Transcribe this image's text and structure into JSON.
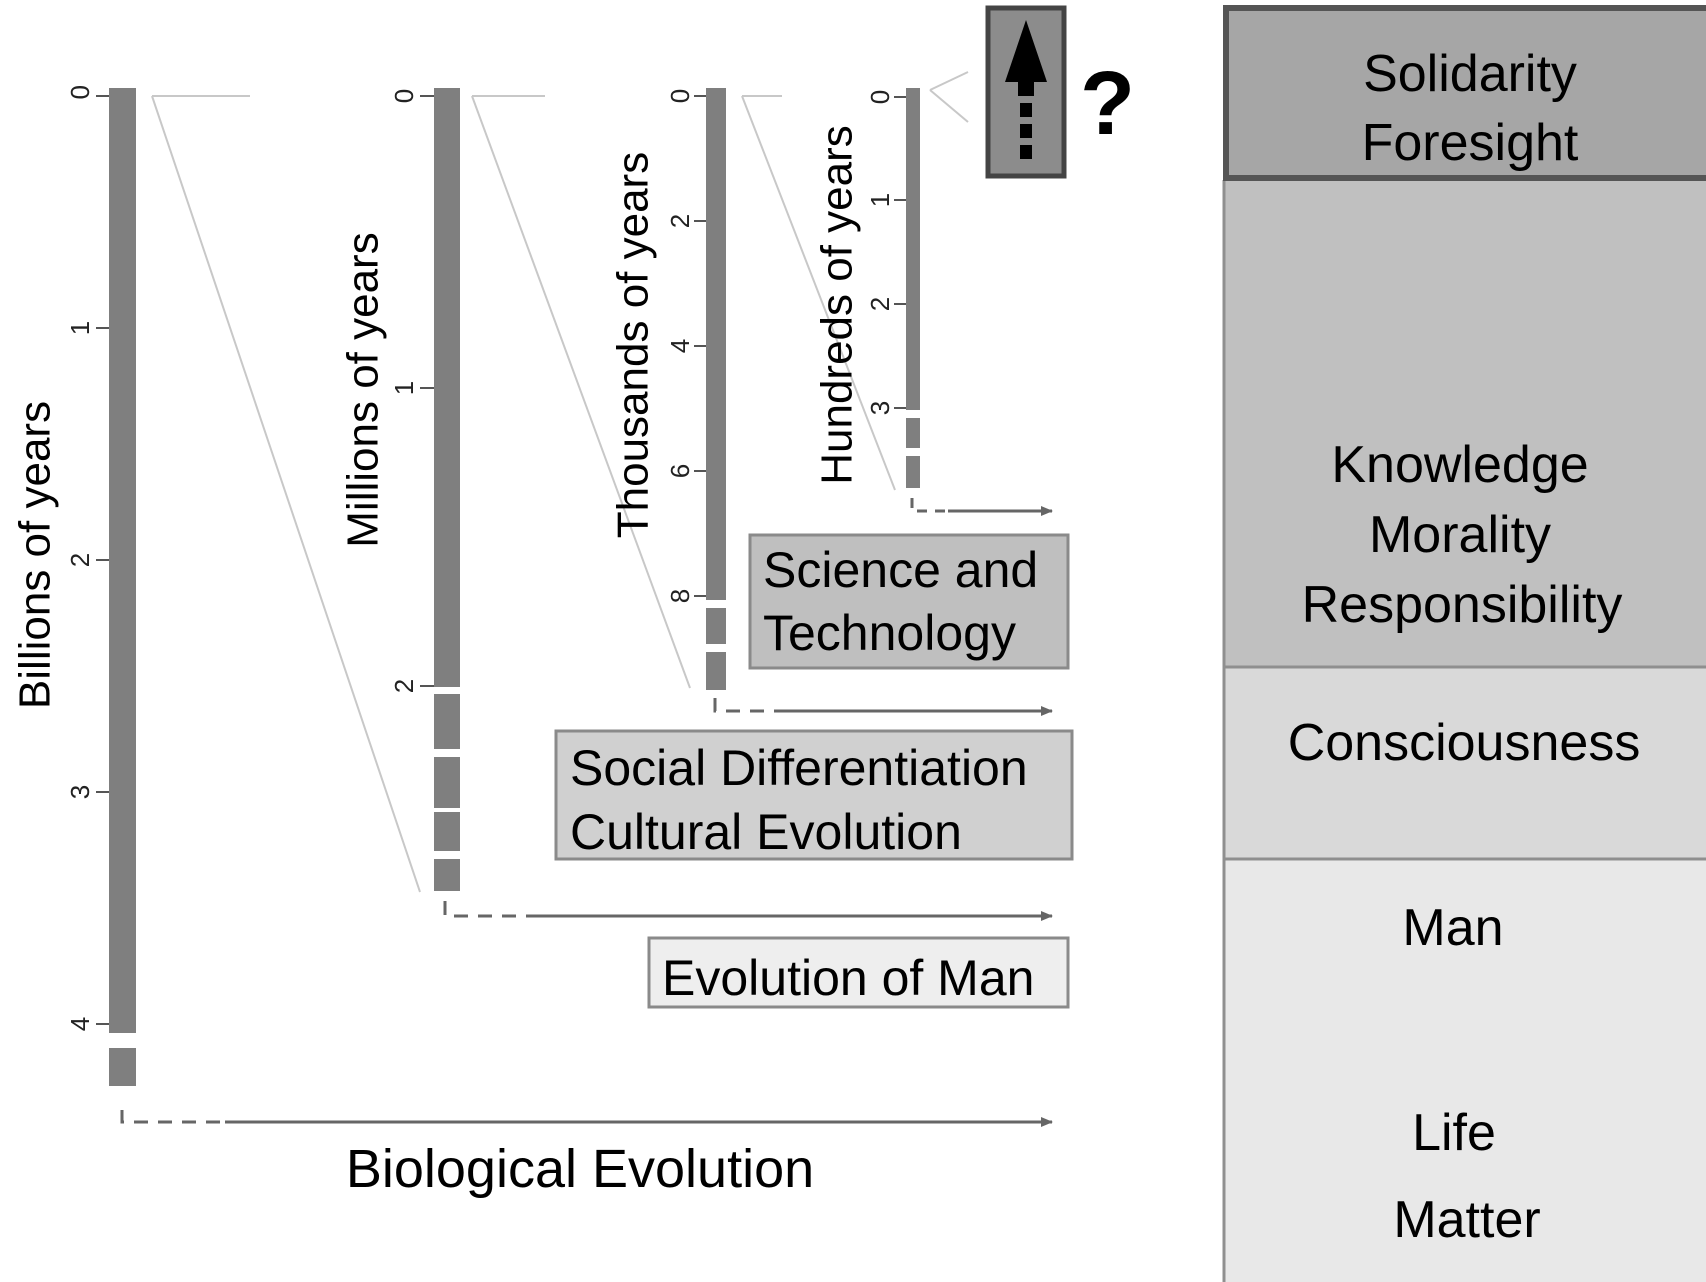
{
  "timescales": [
    {
      "title": "Billions of years",
      "ticks": [
        "0",
        "1",
        "2",
        "3",
        "4"
      ]
    },
    {
      "title": "Millions of years",
      "ticks": [
        "0",
        "1",
        "2"
      ]
    },
    {
      "title": "Thousands of years",
      "ticks": [
        "0",
        "2",
        "4",
        "6",
        "8"
      ]
    },
    {
      "title": "Hundreds of years",
      "ticks": [
        "0",
        "1",
        "2",
        "3"
      ]
    }
  ],
  "bottom_label": "Biological Evolution",
  "boxes": {
    "evolution_of_man": "Evolution of Man",
    "social": [
      "Social Differentiation",
      "Cultural Evolution"
    ],
    "science": [
      "Science and",
      "Technology"
    ]
  },
  "future_mark": "?",
  "stages": {
    "solidarity": [
      "Solidarity",
      "Foresight"
    ],
    "knowledge": [
      "Knowledge",
      "Morality",
      "Responsibility"
    ],
    "consciousness": "Consciousness",
    "man": "Man",
    "life": "Life",
    "matter": "Matter"
  },
  "colors": {
    "bar": "#7f7f7f",
    "stage_top": "#a6a6a6",
    "stage_mid": "#c0c0c0",
    "stage_low": "#d9d9d9",
    "stage_base": "#e8e8e8"
  }
}
